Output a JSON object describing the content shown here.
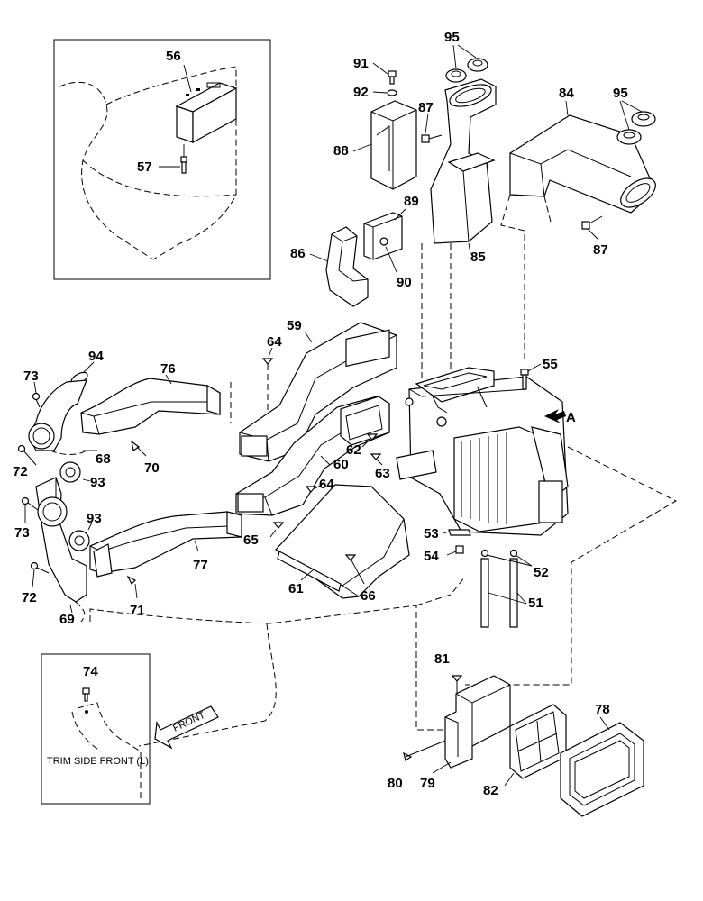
{
  "callouts": {
    "c56": "56",
    "c57": "57",
    "c91": "91",
    "c92": "92",
    "c95a": "95",
    "c95b": "95",
    "c84": "84",
    "c87a": "87",
    "c87b": "87",
    "c88": "88",
    "c89": "89",
    "c85": "85",
    "c86": "86",
    "c90": "90",
    "c59": "59",
    "c64a": "64",
    "c64b": "64",
    "c73a": "73",
    "c73b": "73",
    "c94": "94",
    "c76": "76",
    "c55": "55",
    "c68": "68",
    "c70": "70",
    "c72a": "72",
    "c72b": "72",
    "c62": "62",
    "c60": "60",
    "c63": "63",
    "c93a": "93",
    "c93b": "93",
    "c53": "53",
    "c54": "54",
    "c52": "52",
    "c51": "51",
    "c65": "65",
    "c77": "77",
    "c61": "61",
    "c66": "66",
    "c71": "71",
    "c69": "69",
    "c74": "74",
    "c81": "81",
    "c78": "78",
    "c80": "80",
    "c79": "79",
    "c82": "82"
  },
  "view_arrow_label": "A",
  "front_arrow_label": "FRONT",
  "inset_caption": "TRIM SIDE FRONT (L)"
}
